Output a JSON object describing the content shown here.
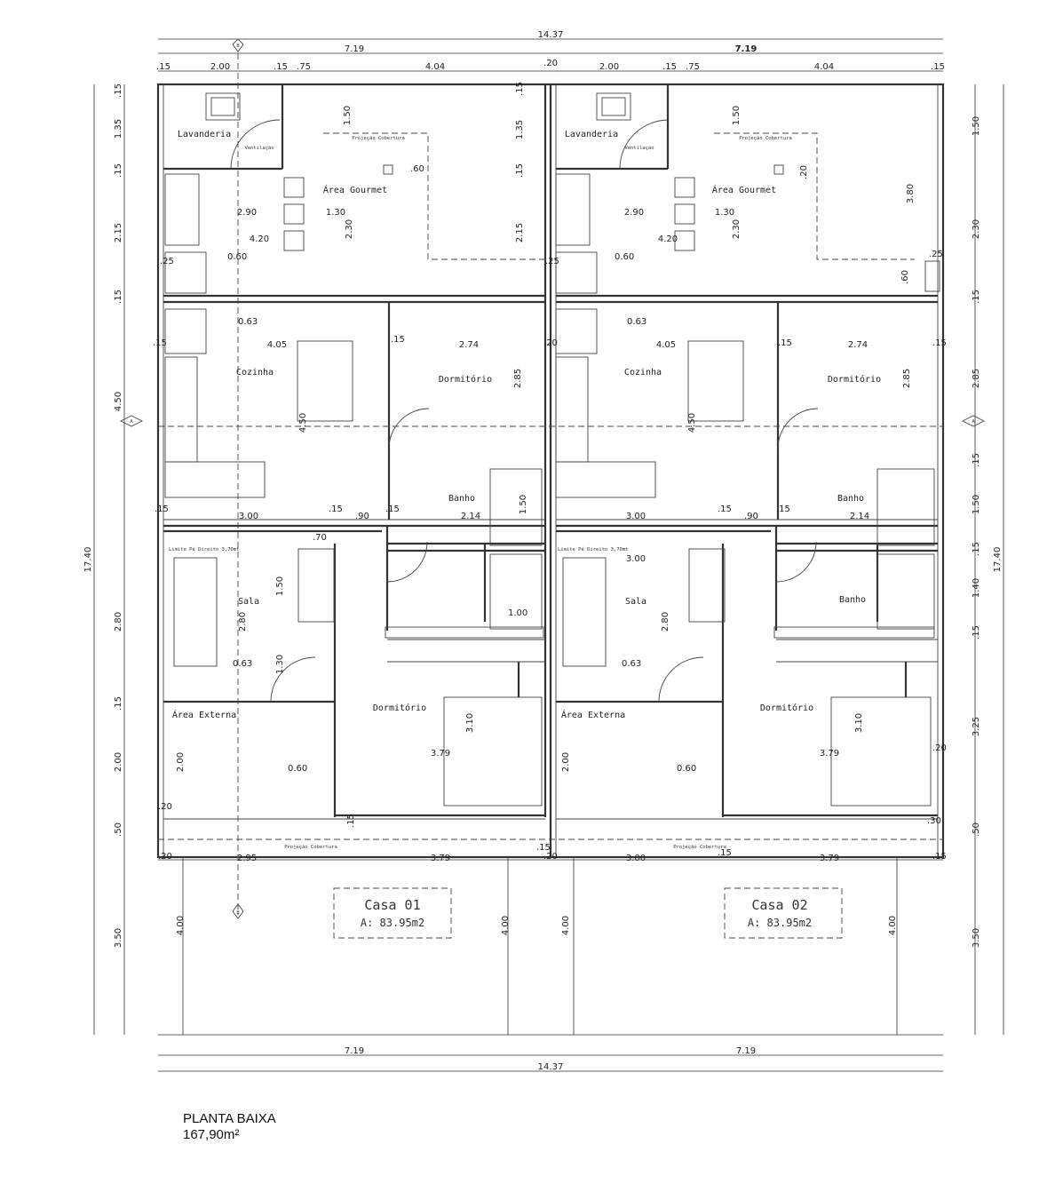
{
  "overall": {
    "width_label": "14.37",
    "half_width_label": "7.19",
    "height_label": "17.40",
    "half_width_label_bold": "7.19"
  },
  "top_dims": {
    "house1": [
      ".15",
      "2.00",
      ".15",
      ".75",
      "4.04"
    ],
    "house2": [
      ".20",
      "2.00",
      ".15",
      ".75",
      "4.04",
      ".15"
    ]
  },
  "left_dims": [
    ".15",
    "1.35",
    ".15",
    "2.15",
    ".15",
    "4.50",
    "2.80",
    ".15",
    "2.00",
    ".50",
    "3.50"
  ],
  "right_dims": [
    "1.50",
    "3.80",
    "2.30",
    ".15",
    "2.85",
    ".15",
    "1.50",
    ".15",
    "1.40",
    ".15",
    "3.25",
    ".50",
    "3.50"
  ],
  "inner_dims": {
    "lavanderia_h": "1.35",
    "gourmet_v": "1.50",
    "gourmet_h": "2.30",
    "gourmet_w": "2.90",
    "gourmet_w2": "1.30",
    "gourmet_w3": "4.20",
    "gourmet_v2": "2.15",
    "gourmet_small": ".60",
    "gourmet_small2": ".20",
    "kitchen_w": "4.05",
    "kitchen_h": "4.50",
    "dorm_w": "2.74",
    "dorm_h": "2.85",
    "sala_w": "3.00",
    "sala_h": "2.80",
    "sala_v": "1.50",
    "sala_v2": "1.30",
    "wall_gap": ".70",
    "corridor": ".90",
    "banho_h": "1.50",
    "banho_w": "2.14",
    "banho2_w": "1.00",
    "dorm2_w": "3.79",
    "dorm2_h": "3.10",
    "ext_h": "2.00",
    "front_w1": "2.95",
    "front_w1b": "3.00",
    "front_w2": "3.79",
    "garage_h": "4.00",
    "wall_20": ".20",
    "wall_15": ".15",
    "wall_25": ".25",
    "wall_30": ".30",
    "wall_60": ".60"
  },
  "levels": [
    "0.60",
    "0.63",
    "0.63",
    "0.60"
  ],
  "rooms": {
    "lavanderia": "Lavanderia",
    "ventilacao": "Ventilação",
    "area_gourmet": "Área Gourmet",
    "projecao_cobertura": "Projeção Cobertura",
    "cozinha": "Cozinha",
    "dormitorio": "Dormitório",
    "banho": "Banho",
    "limite": "Limite Pé Direito 3,70mt",
    "sala": "Sala",
    "area_externa": "Área Externa"
  },
  "section_marks": {
    "a": "A",
    "b": "B"
  },
  "casas": [
    {
      "name": "Casa 01",
      "area": "A: 83.95m2"
    },
    {
      "name": "Casa 02",
      "area": "A: 83.95m2"
    }
  ],
  "caption": {
    "title": "PLANTA BAIXA",
    "area": "167,90m²"
  },
  "colors": {
    "line": "#333333",
    "background": "#ffffff"
  }
}
